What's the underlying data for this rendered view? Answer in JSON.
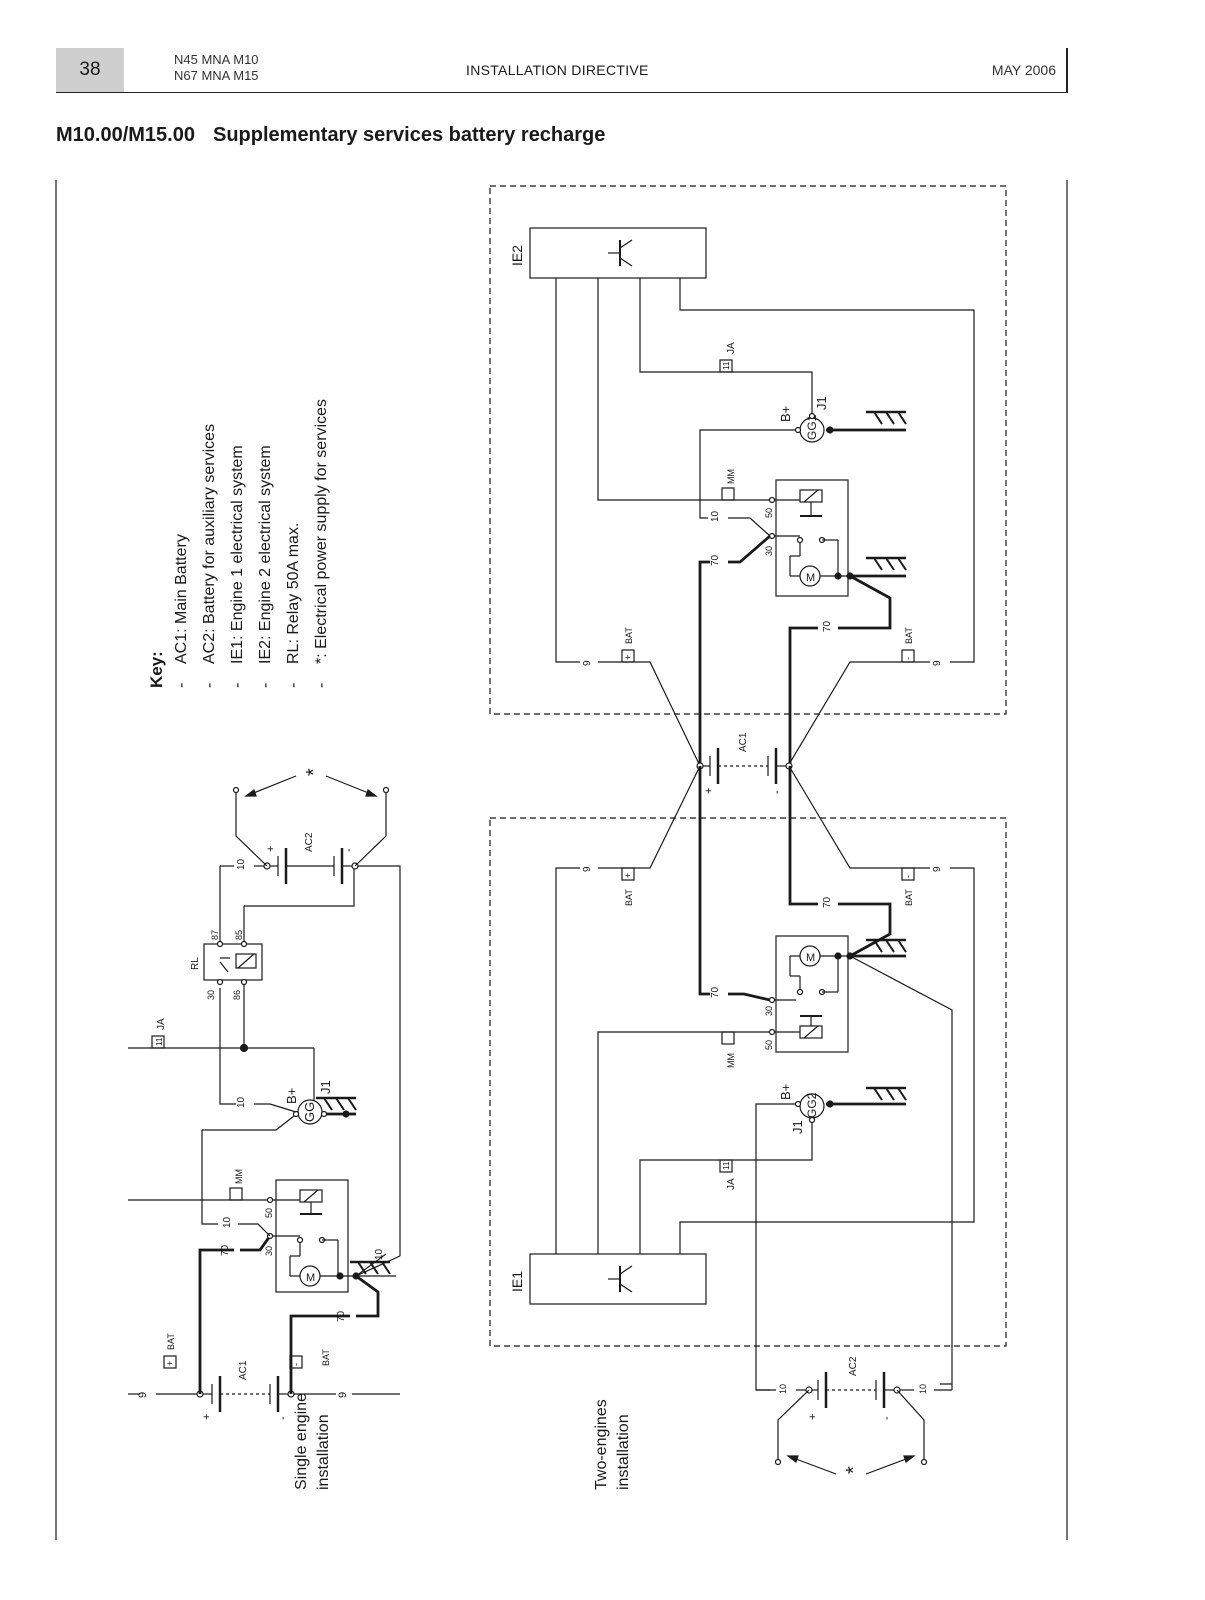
{
  "header": {
    "page_number": "38",
    "model_line1": "N45 MNA M10",
    "model_line2": "N67 MNA M15",
    "center": "INSTALLATION DIRECTIVE",
    "date": "MAY 2006"
  },
  "title": {
    "code": "M10.00/M15.00",
    "text": "Supplementary services battery recharge"
  },
  "key": {
    "heading": "Key:",
    "items": [
      "AC1: Main Battery",
      "AC2: Battery for auxiliary services",
      "IE1: Engine 1 electrical system",
      "IE2: Engine 2 electrical system",
      "RL: Relay 50A max.",
      "*: Electrical power supply for services"
    ]
  },
  "captions": {
    "single": [
      "Single engine",
      "installation"
    ],
    "two": [
      "Two-engines",
      "installation"
    ]
  },
  "labels": {
    "ie1": "IE1",
    "ie2": "IE2",
    "ac1": "AC1",
    "ac2": "AC2",
    "rl": "RL",
    "bat": "BAT",
    "mm": "MM",
    "ja": "JA",
    "gg": "GG",
    "gg1": "GG1",
    "gg2": "GG2",
    "j1": "J1",
    "bplus": "B+",
    "plus": "+",
    "minus": "-",
    "star": "*",
    "w9": "9",
    "w10": "10",
    "w70": "70",
    "t11": "11",
    "t30": "30",
    "t50": "50",
    "t85": "85",
    "t86": "86",
    "t87": "87",
    "motor": "M"
  }
}
